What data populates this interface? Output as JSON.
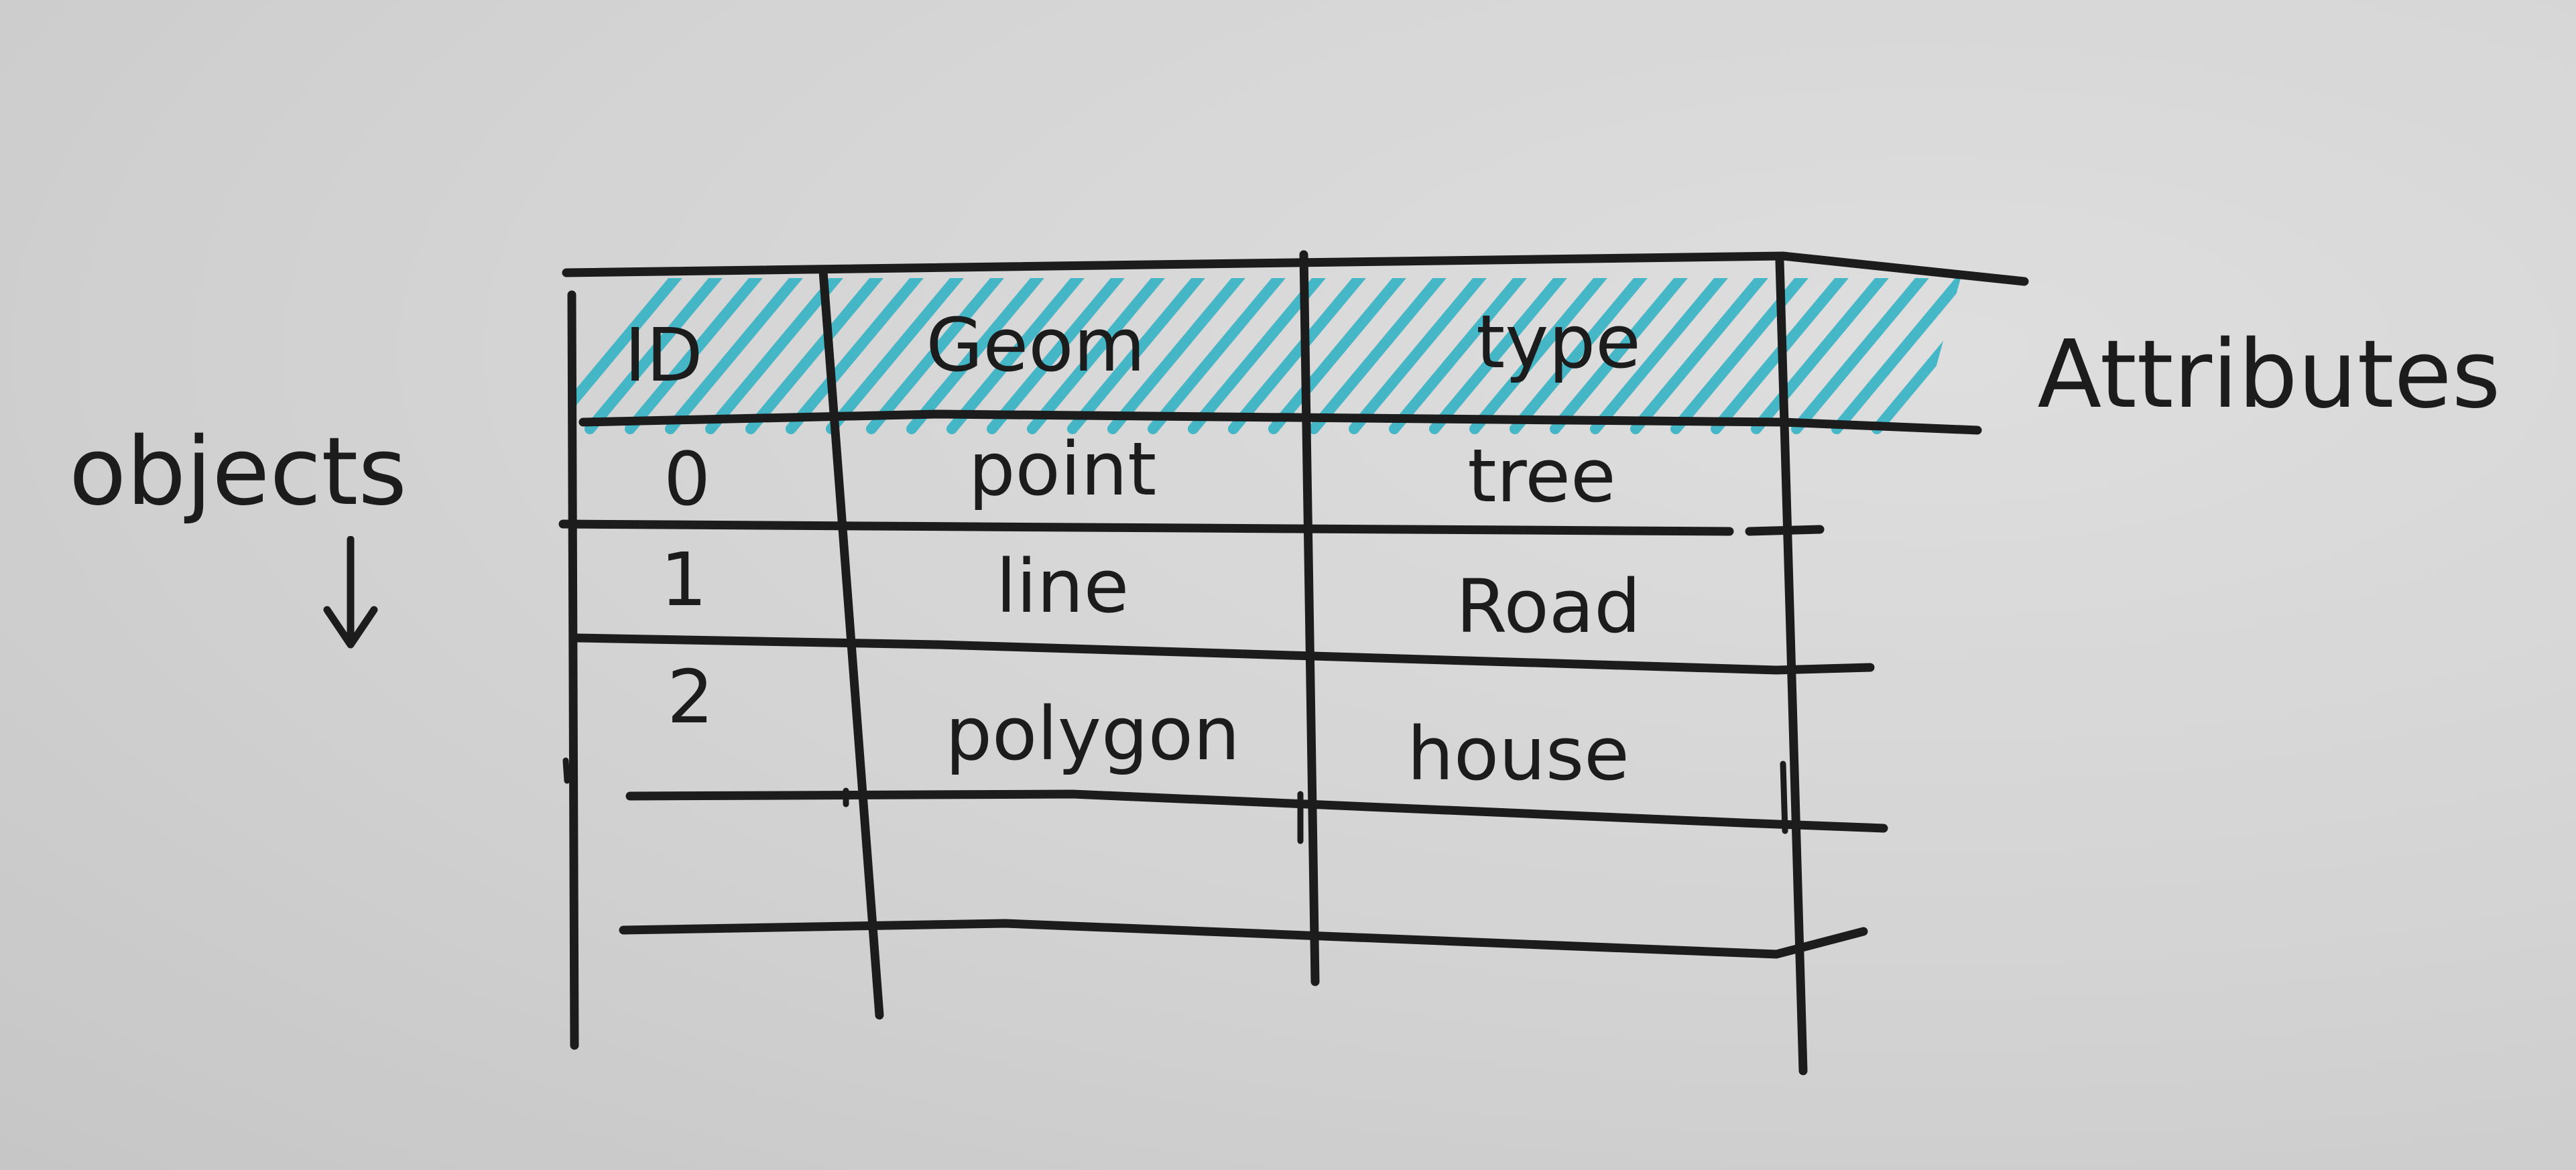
{
  "side_labels": {
    "objects": "objects",
    "attributes": "Attributes"
  },
  "table": {
    "columns": [
      "ID",
      "Geom",
      "type"
    ],
    "rows": [
      [
        "0",
        "point",
        "tree"
      ],
      [
        "1",
        "line",
        "Road"
      ],
      [
        "2",
        "polygon",
        "house"
      ]
    ]
  },
  "colors": {
    "header_highlight": "#35b3c4",
    "ink": "#1c1c1c",
    "paper": "#d6d6d6"
  },
  "icons": {
    "arrow": "arrow-down-icon"
  }
}
